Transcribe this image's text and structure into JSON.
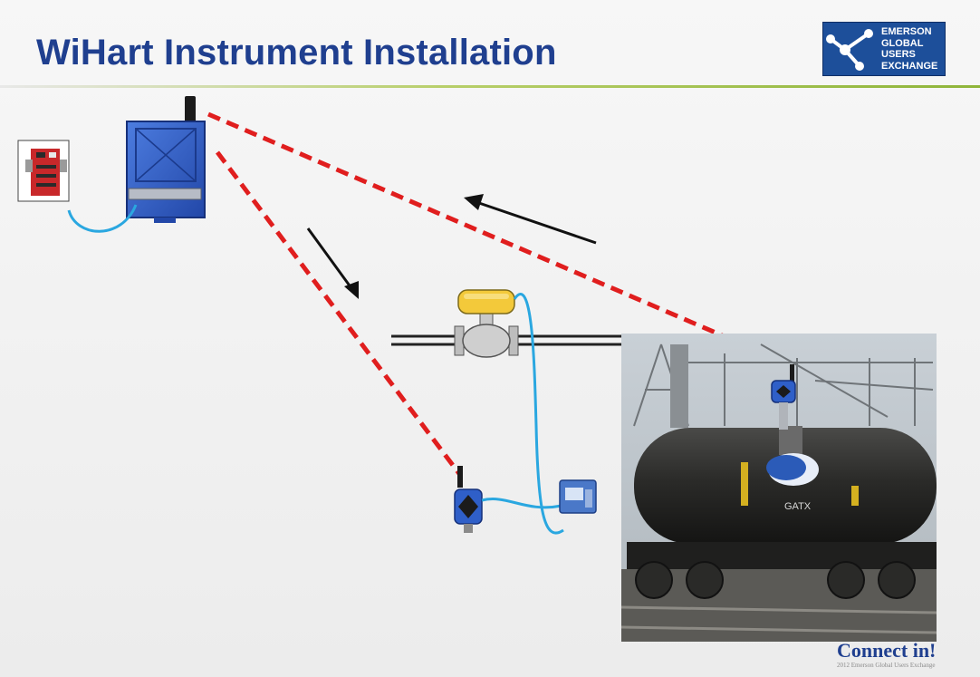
{
  "slide": {
    "title": "WiHart Instrument Installation"
  },
  "logo": {
    "lines": [
      "EMERSON",
      "GLOBAL",
      "USERS",
      "EXCHANGE"
    ]
  },
  "footer": {
    "brand": "Connect in!",
    "tagline": "2012 Emerson Global Users Exchange"
  },
  "colors": {
    "title": "#1f3f8f",
    "wireless_link": "#e01e1e",
    "cable": "#2aa7e0",
    "gateway": "#2f5fc8",
    "accent_rule": "#8fb53a"
  },
  "icons": [
    "gateway-icon",
    "controller-icon",
    "flowmeter-icon",
    "wireless-transmitter-icon",
    "field-device-icon",
    "tank-railcar-photo"
  ]
}
